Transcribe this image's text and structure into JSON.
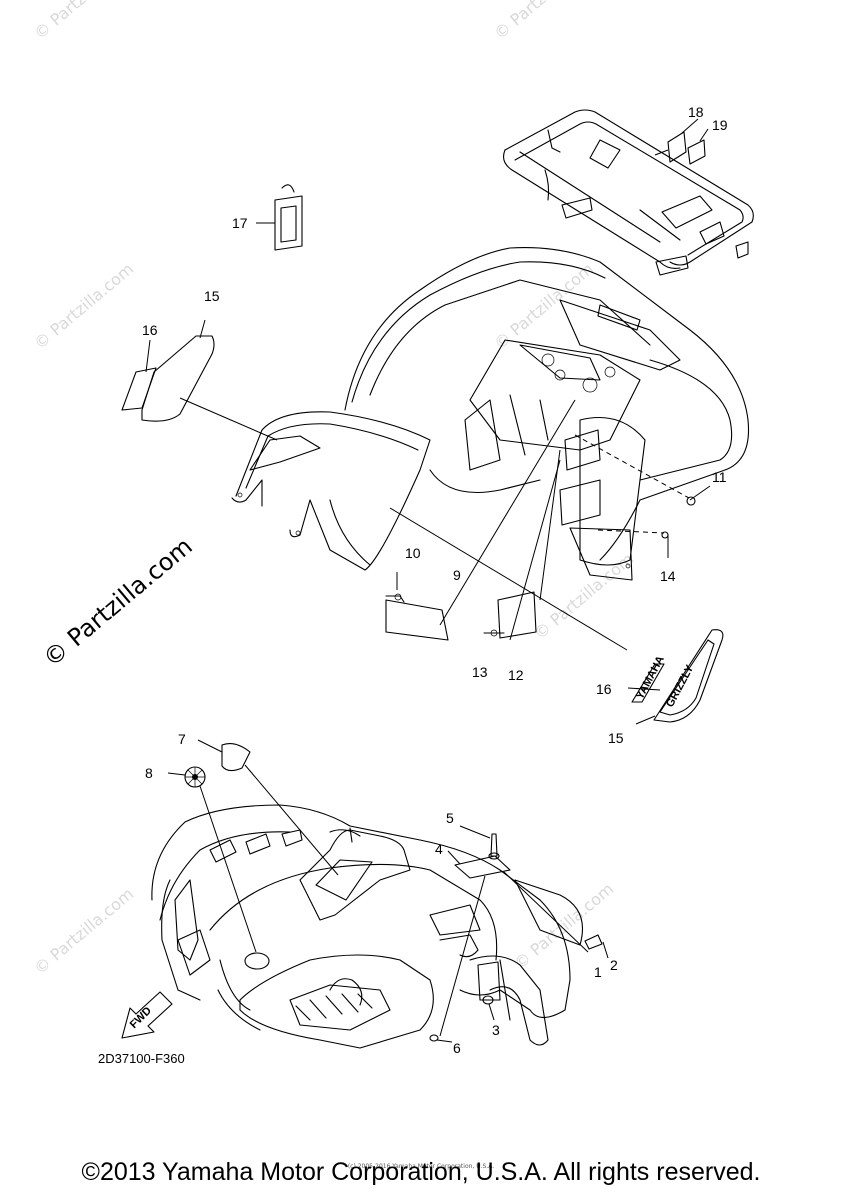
{
  "diagram": {
    "code": "2D37100-F360",
    "fwd_label": "FWD",
    "decal_rear_text": "GRIZZLY",
    "decal_rear_small": "YAMAHA",
    "watermarks": [
      "© Partzilla.com"
    ],
    "main_watermark": "© Partzilla.com",
    "callouts": [
      {
        "id": "1",
        "label": "1"
      },
      {
        "id": "2",
        "label": "2"
      },
      {
        "id": "3",
        "label": "3"
      },
      {
        "id": "4",
        "label": "4"
      },
      {
        "id": "5",
        "label": "5"
      },
      {
        "id": "6",
        "label": "6"
      },
      {
        "id": "7",
        "label": "7"
      },
      {
        "id": "8",
        "label": "8"
      },
      {
        "id": "9",
        "label": "9"
      },
      {
        "id": "10",
        "label": "10"
      },
      {
        "id": "11",
        "label": "11"
      },
      {
        "id": "12",
        "label": "12"
      },
      {
        "id": "13",
        "label": "13"
      },
      {
        "id": "14",
        "label": "14"
      },
      {
        "id": "15a",
        "label": "15"
      },
      {
        "id": "15b",
        "label": "15"
      },
      {
        "id": "16a",
        "label": "16"
      },
      {
        "id": "16b",
        "label": "16"
      },
      {
        "id": "17",
        "label": "17"
      },
      {
        "id": "18",
        "label": "18"
      },
      {
        "id": "19",
        "label": "19"
      }
    ]
  },
  "footer": {
    "copyright": "©2013 Yamaha Motor Corporation, U.S.A. All rights reserved.",
    "tiny": "(c) 2005-2016 Yamaha Motor Corporation, U.S.A."
  }
}
